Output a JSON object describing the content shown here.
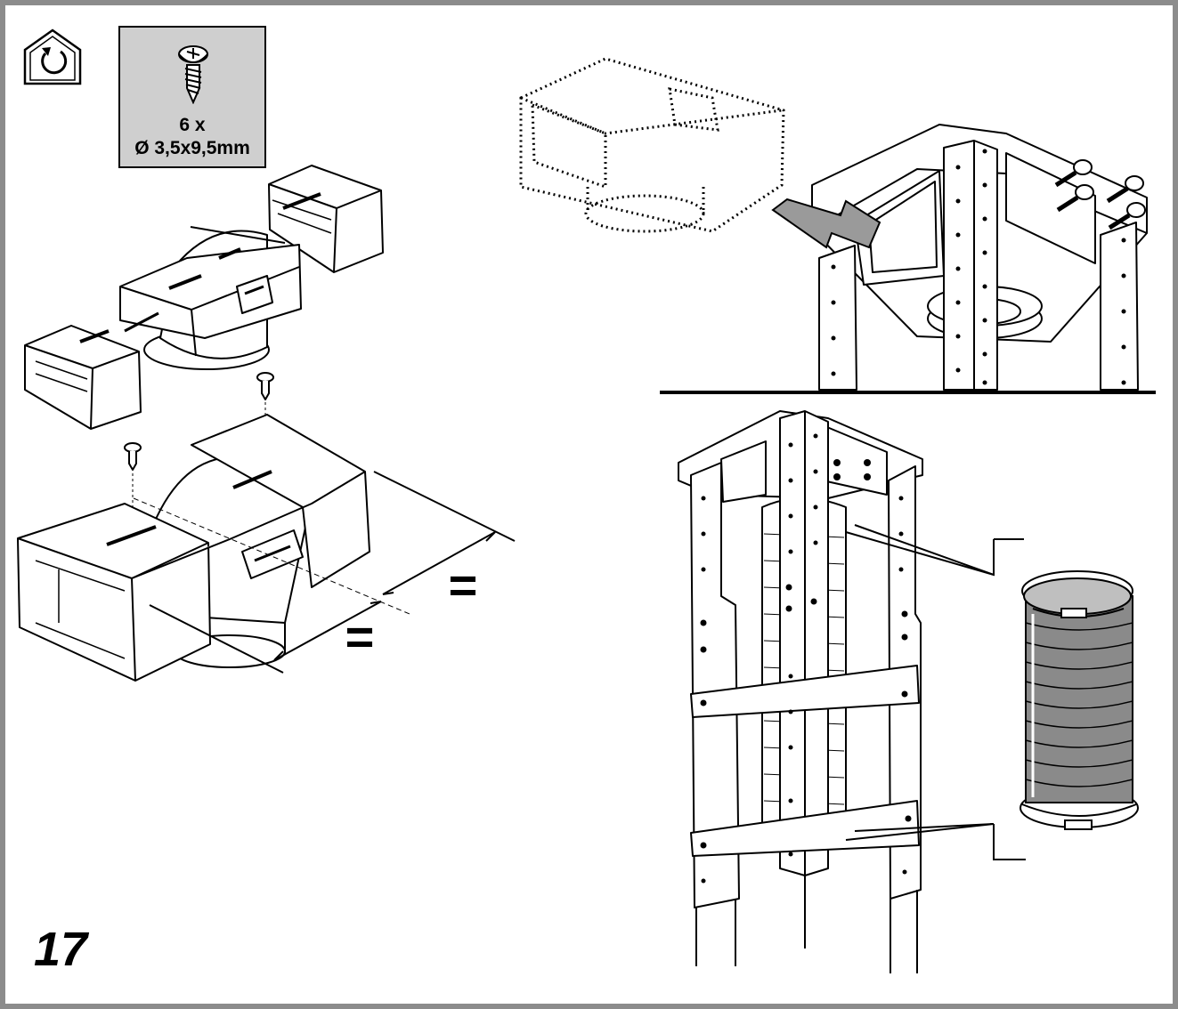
{
  "screw_spec": {
    "quantity": "6 x",
    "size": "Ø 3,5x9,5mm",
    "icon": "screw-icon"
  },
  "step": {
    "number": "17"
  },
  "dimension_marks": [
    "=",
    "="
  ],
  "icons": {
    "house": "house-rotation-icon",
    "screw": "screw-icon",
    "arrow": "insert-arrow-icon"
  },
  "colors": {
    "frame": "#8c8c8c",
    "spec_box": "#cfcfcf",
    "arrow": "#9a9a9a",
    "flex_hose": "#8a8a8a"
  }
}
